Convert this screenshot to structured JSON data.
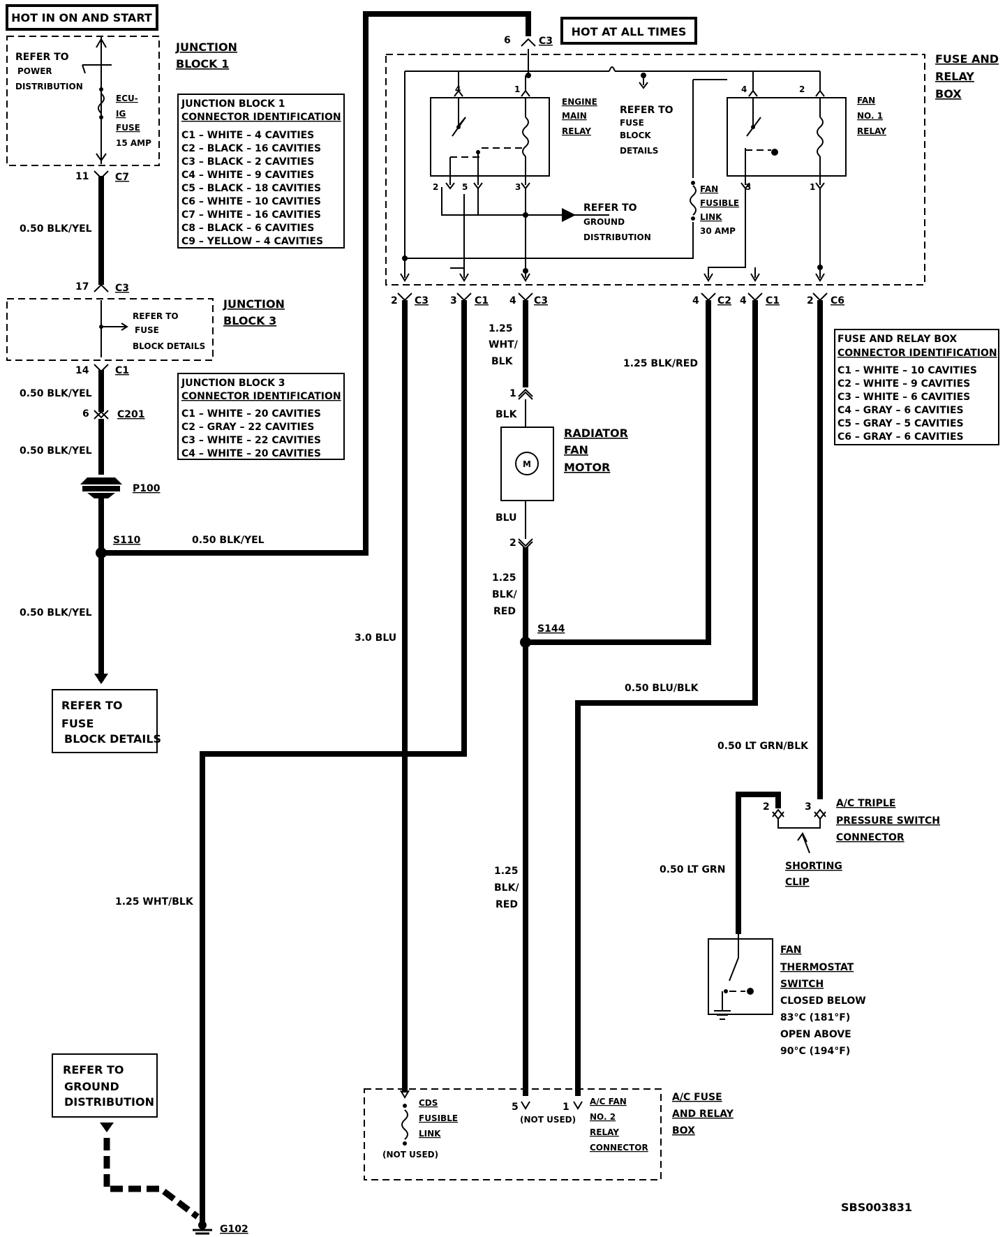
{
  "headers": {
    "hot_in_on_and_start": "HOT IN ON AND START",
    "hot_at_all_times": "HOT AT ALL TIMES"
  },
  "junction_block_1": {
    "title_line1": "JUNCTION",
    "title_line2": "BLOCK 1",
    "refer_line1": "REFER TO",
    "refer_line2": "POWER",
    "refer_line3": "DISTRIBUTION",
    "fuse_line1": "ECU-",
    "fuse_line2": "IG",
    "fuse_line3": "FUSE",
    "fuse_amp": "15 AMP",
    "conn_title1": "JUNCTION BLOCK 1",
    "conn_title2": "CONNECTOR IDENTIFICATION",
    "connectors": [
      "C1 – WHITE – 4 CAVITIES",
      "C2 – BLACK – 16 CAVITIES",
      "C3 – BLACK – 2 CAVITIES",
      "C4 – WHITE – 9 CAVITIES",
      "C5 – BLACK – 18 CAVITIES",
      "C6 – WHITE – 10 CAVITIES",
      "C7 – WHITE – 16 CAVITIES",
      "C8 – BLACK – 6 CAVITIES",
      "C9 – YELLOW – 4 CAVITIES"
    ]
  },
  "junction_block_3": {
    "title_line1": "JUNCTION",
    "title_line2": "BLOCK 3",
    "refer_line1": "REFER TO",
    "refer_line2": "FUSE",
    "refer_line3": "BLOCK DETAILS",
    "conn_title1": "JUNCTION BLOCK 3",
    "conn_title2": "CONNECTOR IDENTIFICATION",
    "connectors": [
      "C1 – WHITE – 20 CAVITIES",
      "C2 – GRAY – 22 CAVITIES",
      "C3 – WHITE – 22 CAVITIES",
      "C4 – WHITE – 20 CAVITIES"
    ]
  },
  "fuse_relay_box": {
    "title_line1": "FUSE AND",
    "title_line2": "RELAY",
    "title_line3": "BOX",
    "engine_relay_1": "ENGINE",
    "engine_relay_2": "MAIN",
    "engine_relay_3": "RELAY",
    "fan_relay_1": "FAN",
    "fan_relay_2": "NO. 1",
    "fan_relay_3": "RELAY",
    "refer_fuse_1": "REFER TO",
    "refer_fuse_2": "FUSE",
    "refer_fuse_3": "BLOCK",
    "refer_fuse_4": "DETAILS",
    "refer_ground_1": "REFER TO",
    "refer_ground_2": "GROUND",
    "refer_ground_3": "DISTRIBUTION",
    "fusible_1": "FAN",
    "fusible_2": "FUSIBLE",
    "fusible_3": "LINK",
    "fusible_amp": "30 AMP",
    "conn_title1": "FUSE AND RELAY BOX",
    "conn_title2": "CONNECTOR IDENTIFICATION",
    "connectors": [
      "C1 – WHITE – 10 CAVITIES",
      "C2 – WHITE – 9 CAVITIES",
      "C3 – WHITE – 6 CAVITIES",
      "C4 – GRAY – 6 CAVITIES",
      "C5 – GRAY – 5 CAVITIES",
      "C6 – GRAY – 6 CAVITIES"
    ]
  },
  "connectors": {
    "c7": "C7",
    "c3": "C3",
    "c1": "C1",
    "c201": "C201",
    "p100": "P100",
    "s110": "S110",
    "s144": "S144",
    "c2": "C2",
    "c6": "C6",
    "g102": "G102"
  },
  "pins": {
    "p11": "11",
    "p17": "17",
    "p14": "14",
    "p6": "6",
    "p6top": "6",
    "p2": "2",
    "p3": "3",
    "p4": "4",
    "p1": "1",
    "p5": "5"
  },
  "wires": {
    "w1": "0.50 BLK/YEL",
    "w2": "0.50 BLK/YEL",
    "w3": "0.50 BLK/YEL",
    "w4": "0.50 BLK/YEL",
    "w5": "0.50 BLK/YEL",
    "blu30": "3.0 BLU",
    "wht125": "1.25 WHT/BLK",
    "v125_a": "1.25",
    "v_whtslash": "WHT/",
    "v_blk": "BLK",
    "blkred125": "1.25 BLK/RED",
    "v125_b": "1.25",
    "v_blkslash": "BLK/",
    "v_red": "RED",
    "blublk": "0.50 BLU/BLK",
    "ltgrnblk": "0.50 LT GRN/BLK",
    "ltgrn": "0.50 LT GRN",
    "blk": "BLK",
    "blu": "BLU"
  },
  "motor": {
    "l1": "RADIATOR",
    "l2": "FAN",
    "l3": "MOTOR",
    "symbol": "M"
  },
  "refer_fuse_bottom": {
    "l1": "REFER TO",
    "l2": "FUSE",
    "l3": "BLOCK DETAILS"
  },
  "refer_ground_bottom": {
    "l1": "REFER TO",
    "l2": "GROUND",
    "l3": "DISTRIBUTION"
  },
  "ac_switch": {
    "l1": "A/C TRIPLE",
    "l2": "PRESSURE SWITCH",
    "l3": "CONNECTOR",
    "clip1": "SHORTING",
    "clip2": "CLIP"
  },
  "thermostat": {
    "l1": "FAN",
    "l2": "THERMOSTAT",
    "l3": "SWITCH",
    "l4": "CLOSED BELOW",
    "l5": "83°C (181°F)",
    "l6": "OPEN ABOVE",
    "l7": "90°C (194°F)"
  },
  "ac_box": {
    "cds1": "CDS",
    "cds2": "FUSIBLE",
    "cds3": "LINK",
    "not_used_1": "(NOT USED)",
    "not_used_2": "(NOT USED)",
    "relay1": "A/C FAN",
    "relay2": "NO. 2",
    "relay3": "RELAY",
    "relay4": "CONNECTOR",
    "box1": "A/C FUSE",
    "box2": "AND RELAY",
    "box3": "BOX"
  },
  "figure_id": "SBS003831"
}
